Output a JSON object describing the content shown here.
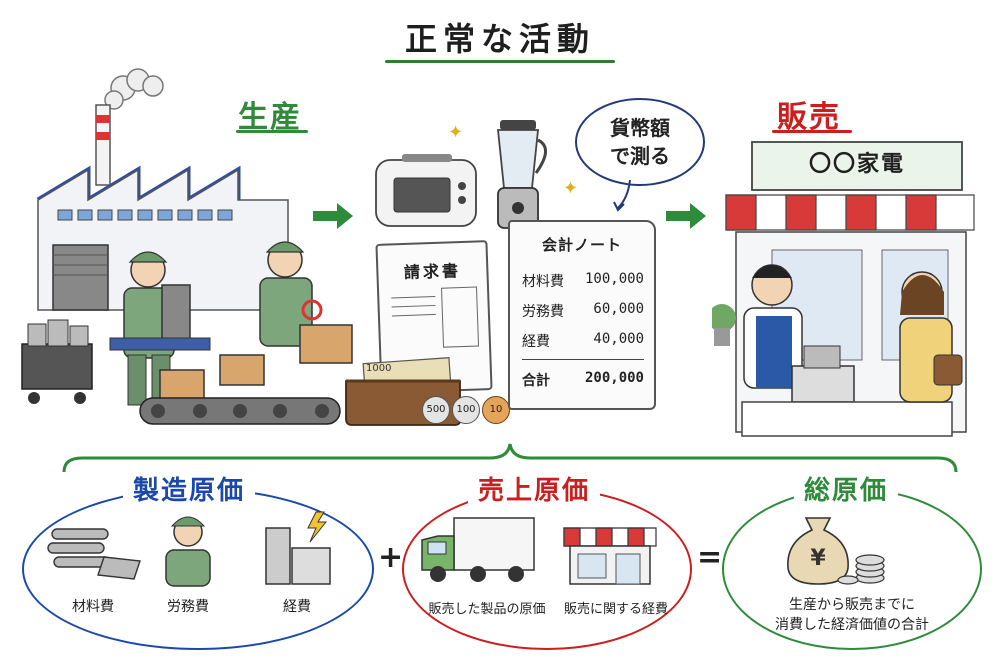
{
  "title": "正常な活動",
  "production": {
    "label": "生産"
  },
  "sales": {
    "label": "販売",
    "shop_sign": "〇〇家電"
  },
  "bubble": {
    "line1": "貨幣額",
    "line2": "で測る"
  },
  "invoice": {
    "title": "請求書"
  },
  "ledger": {
    "title": "会計ノート",
    "rows": [
      {
        "label": "材料費",
        "value": "100,000"
      },
      {
        "label": "労務費",
        "value": "60,000"
      },
      {
        "label": "経費",
        "value": "40,000"
      }
    ],
    "total_label": "合計",
    "total_value": "200,000"
  },
  "money": {
    "bill": "1000",
    "coins": [
      "500",
      "100",
      "10"
    ]
  },
  "manufacturing_cost": {
    "label": "製造原価",
    "items": [
      "材料費",
      "労務費",
      "経費"
    ]
  },
  "cost_of_sales": {
    "label": "売上原価",
    "items": [
      "販売した製品の原価",
      "販売に関する経費"
    ]
  },
  "total_cost": {
    "label": "総原価",
    "bag_symbol": "¥",
    "line1": "生産から販売までに",
    "line2": "消費した経済価値の合計"
  },
  "operators": {
    "plus": "+",
    "equals": "="
  },
  "colors": {
    "green": "#2e8b3a",
    "red": "#cc1e1e",
    "blue": "#1b49a8"
  }
}
